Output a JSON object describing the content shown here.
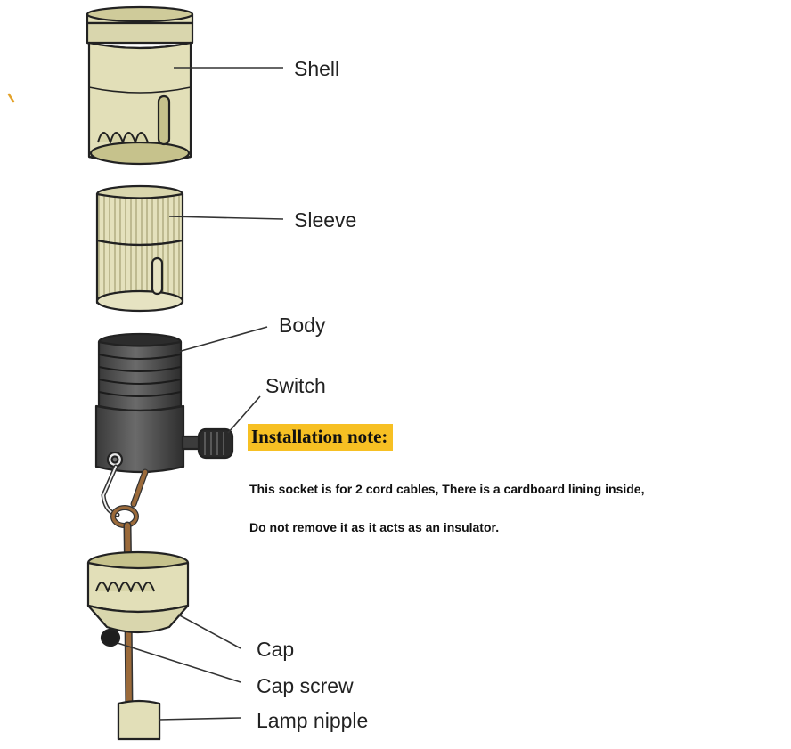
{
  "labels": {
    "shell": "Shell",
    "sleeve": "Sleeve",
    "body": "Body",
    "switch": "Switch",
    "cap": "Cap",
    "cap_screw": "Cap screw",
    "lamp_nipple": "Lamp nipple"
  },
  "note": {
    "title": "Installation note:",
    "line1": "This socket is for 2 cord cables, There is a cardboard lining inside,",
    "line2": "Do not remove it as it acts as an insulator."
  },
  "colors": {
    "brass": "#e2dfb8",
    "brass_dark": "#cfcb9a",
    "brass_inner": "#c6c28c",
    "body_dark": "#4a4a4a",
    "cord": "#9b6a3a",
    "note_highlight": "#f7c023",
    "outline": "#222222"
  }
}
